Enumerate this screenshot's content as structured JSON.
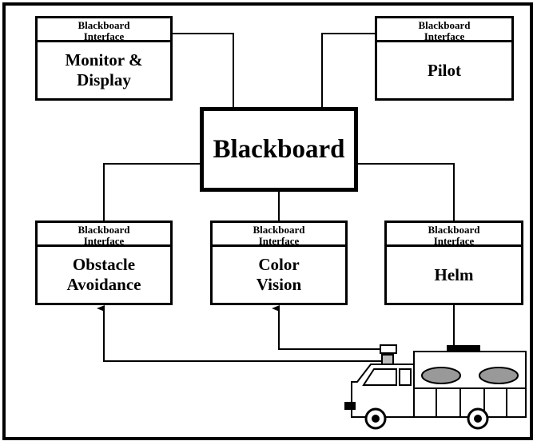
{
  "diagram": {
    "center": {
      "label": "Blackboard"
    },
    "interface_label_line1": "Blackboard",
    "interface_label_line2": "Interface",
    "modules": [
      {
        "id": "monitor",
        "name": "Monitor &\nDisplay"
      },
      {
        "id": "pilot",
        "name": "Pilot"
      },
      {
        "id": "obstacle",
        "name": "Obstacle\nAvoidance"
      },
      {
        "id": "color",
        "name": "Color\nVision"
      },
      {
        "id": "helm",
        "name": "Helm"
      }
    ],
    "vehicle": {
      "icon": "truck-icon"
    }
  }
}
